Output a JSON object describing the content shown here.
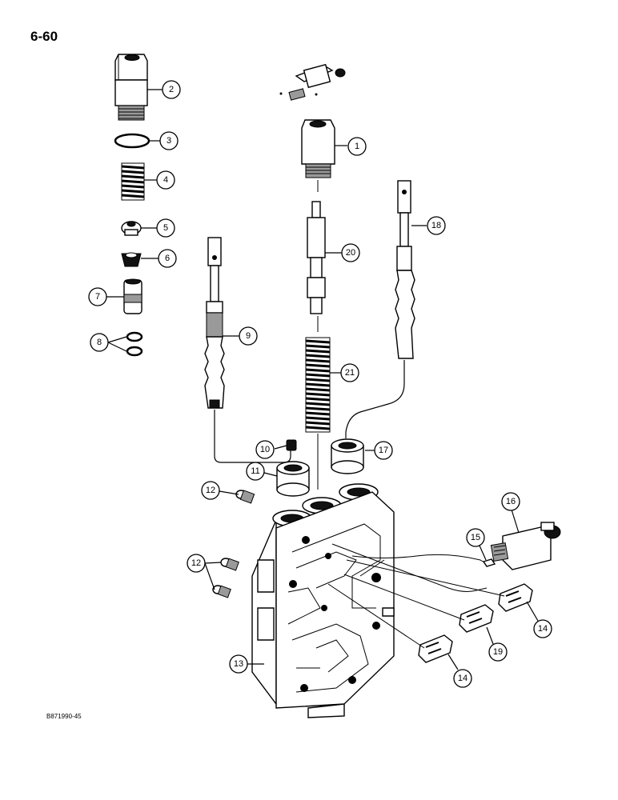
{
  "page_number": "6-60",
  "figure_code": "B871990-45",
  "callouts": [
    {
      "id": "1",
      "label": "1"
    },
    {
      "id": "2",
      "label": "2"
    },
    {
      "id": "3",
      "label": "3"
    },
    {
      "id": "4",
      "label": "4"
    },
    {
      "id": "5",
      "label": "5"
    },
    {
      "id": "6",
      "label": "6"
    },
    {
      "id": "7",
      "label": "7"
    },
    {
      "id": "8",
      "label": "8"
    },
    {
      "id": "9",
      "label": "9"
    },
    {
      "id": "10",
      "label": "10"
    },
    {
      "id": "11",
      "label": "11"
    },
    {
      "id": "12a",
      "label": "12"
    },
    {
      "id": "12b",
      "label": "12"
    },
    {
      "id": "13",
      "label": "13"
    },
    {
      "id": "14a",
      "label": "14"
    },
    {
      "id": "14b",
      "label": "14"
    },
    {
      "id": "15",
      "label": "15"
    },
    {
      "id": "16",
      "label": "16"
    },
    {
      "id": "17",
      "label": "17"
    },
    {
      "id": "18",
      "label": "18"
    },
    {
      "id": "19",
      "label": "19"
    },
    {
      "id": "20",
      "label": "20"
    },
    {
      "id": "21",
      "label": "21"
    }
  ]
}
